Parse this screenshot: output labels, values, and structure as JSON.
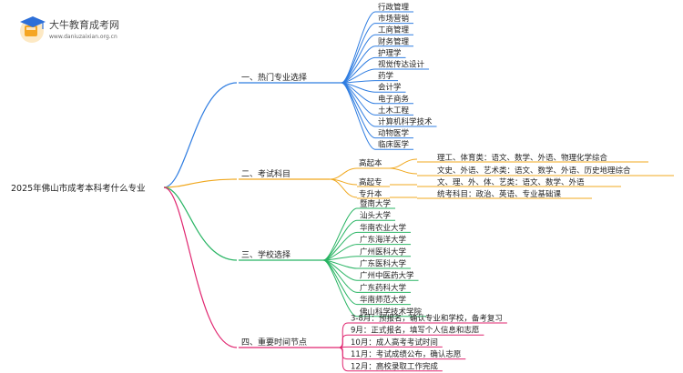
{
  "logo": {
    "title": "大牛教育成考网",
    "url": "www.daniuzaixian.org.cn"
  },
  "root": "2025年佛山市成考本科考什么专业",
  "branches": {
    "majors": {
      "label": "一、热门专业选择",
      "color": "#2f7de1",
      "items": [
        "行政管理",
        "市场营销",
        "工商管理",
        "财务管理",
        "护理学",
        "视觉传达设计",
        "药学",
        "会计学",
        "电子商务",
        "土木工程",
        "计算机科学技术",
        "动物医学",
        "临床医学"
      ]
    },
    "subjects": {
      "label": "二、考试科目",
      "color": "#f0a81f",
      "gqb": {
        "label": "高起本",
        "items": [
          "理工、体育类：语文、数学、外语、物理化学综合",
          "文史、外语、艺术类：语文、数学、外语、历史地理综合"
        ]
      },
      "gqz": {
        "label": "高起专",
        "detail": "文、理、外、体、艺类：语文、数学、外语"
      },
      "zsb": {
        "label": "专升本",
        "detail": "统考科目：政治、英语、专业基础课"
      }
    },
    "schools": {
      "label": "三、学校选择",
      "color": "#28b463",
      "items": [
        "暨南大学",
        "汕头大学",
        "华南农业大学",
        "广东海洋大学",
        "广州医科大学",
        "广东医科大学",
        "广州中医药大学",
        "广东药科大学",
        "华南师范大学",
        "佛山科学技术学院"
      ]
    },
    "timeline": {
      "label": "四、重要时间节点",
      "color": "#e0256f",
      "items": [
        "3-8月：预报名，确认专业和学校，备考复习",
        "9月：正式报名，填写个人信息和志愿",
        "10月：成人高考考试时间",
        "11月：考试成绩公布，确认志愿",
        "12月：高校录取工作完成"
      ]
    }
  }
}
